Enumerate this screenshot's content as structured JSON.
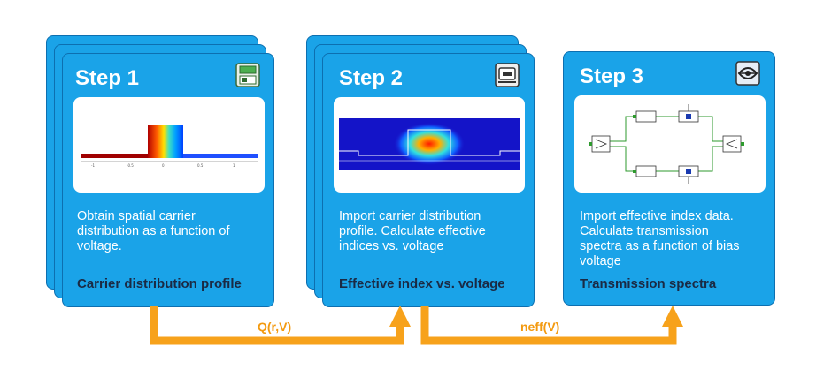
{
  "steps": [
    {
      "title": "Step 1",
      "icon": "charge-solver-icon",
      "description": "Obtain spatial carrier\ndistribution as a function of\nvoltage.",
      "result": "Carrier distribution profile"
    },
    {
      "title": "Step 2",
      "icon": "mode-solver-icon",
      "description": "Import carrier distribution\nprofile. Calculate effective\nindices vs. voltage",
      "result": "Effective index vs. voltage"
    },
    {
      "title": "Step 3",
      "icon": "interconnect-icon",
      "description": "Import effective index data.\nCalculate transmission\nspectra as a function of bias\nvoltage",
      "result": "Transmission spectra"
    }
  ],
  "flows": [
    {
      "label": "Q(r,V)"
    },
    {
      "label": "neff(V)"
    }
  ],
  "colors": {
    "card": "#1aa3e8",
    "card_border": "#0d6fb0",
    "arrow": "#f7a21b",
    "result_text": "#1a2a44"
  }
}
